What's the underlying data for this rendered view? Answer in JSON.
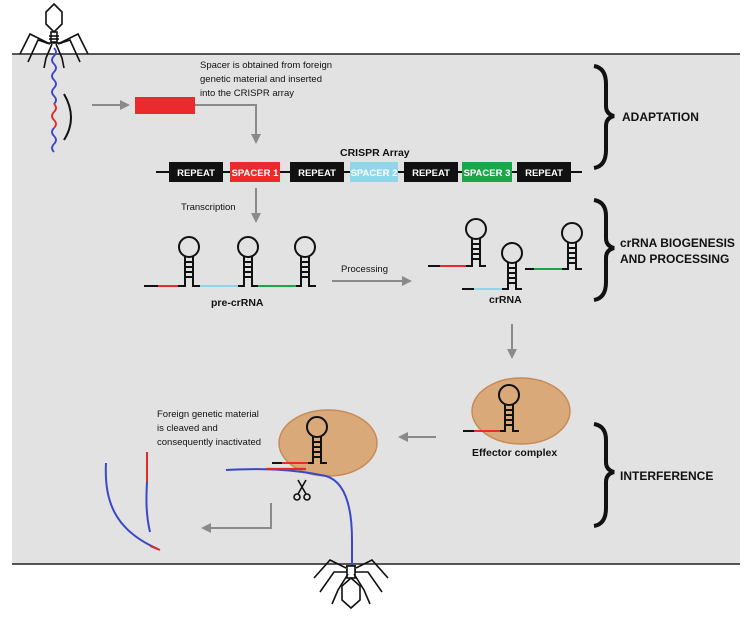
{
  "colors": {
    "panel": "#e2e2e2",
    "repeat": "#111111",
    "spacer1": "#ea2a2d",
    "spacer2": "#8fd6e8",
    "spacer3": "#1aa64a",
    "effector": "#d9a97a",
    "effector_border": "#c98a58",
    "dna_blue": "#3a48c8",
    "arrow": "#8a8a8a"
  },
  "texts": {
    "spacer_note_line1": "Spacer is obtained from foreign",
    "spacer_note_line2": "genetic material and inserted",
    "spacer_note_line3": "into the CRISPR array",
    "array_title": "CRISPR Array",
    "transcription": "Transcription",
    "processing": "Processing",
    "pre_crrna": "pre-crRNA",
    "crrna": "crRNA",
    "effector_complex": "Effector complex",
    "cleaved_line1": "Foreign genetic material",
    "cleaved_line2": "is cleaved and",
    "cleaved_line3": "consequently inactivated"
  },
  "array_segments": [
    "REPEAT",
    "SPACER 1",
    "REPEAT",
    "SPACER 2",
    "REPEAT",
    "SPACER 3",
    "REPEAT"
  ],
  "stages": {
    "adaptation": "ADAPTATION",
    "biogenesis_line1": "crRNA BIOGENESIS",
    "biogenesis_line2": "AND PROCESSING",
    "interference": "INTERFERENCE"
  },
  "icons": [
    "phage-icon",
    "phage-icon-bottom",
    "scissors-icon"
  ]
}
